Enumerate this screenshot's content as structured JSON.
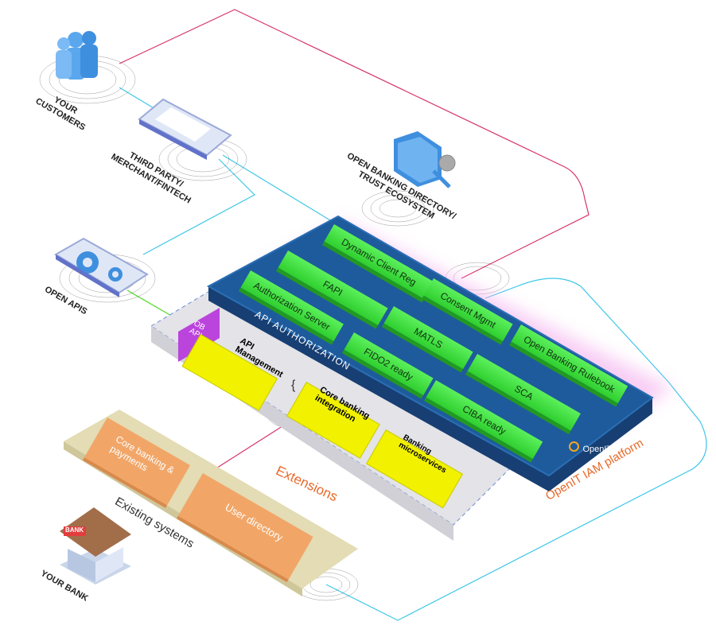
{
  "actors": {
    "customers": "YOUR\nCUSTOMERS",
    "third_party": "THIRD PARTY/\nMERCHANT/FINTECH",
    "directory": "OPEN BANKING DIRECTORY/\nTRUST ECOSYSTEM",
    "open_apis": "OPEN APIS",
    "bank": "YOUR BANK",
    "bank_sign": "BANK"
  },
  "platform": {
    "api_authorization": "API AUTHORIZATION",
    "platform_label": "OpenIT IAM platform",
    "logo_text": "OpenIT",
    "modules": [
      {
        "id": "dcr",
        "label": "Dynamic Client Reg"
      },
      {
        "id": "fapi",
        "label": "FAPI"
      },
      {
        "id": "consent",
        "label": "Consent Mgmt"
      },
      {
        "id": "authz",
        "label": "Authorization Server"
      },
      {
        "id": "matls",
        "label": "MATLS"
      },
      {
        "id": "rulebook",
        "label": "Open Banking Rulebook"
      },
      {
        "id": "fido2",
        "label": "FIDO2 ready"
      },
      {
        "id": "sca",
        "label": "SCA"
      },
      {
        "id": "ciba",
        "label": "CIBA ready"
      }
    ]
  },
  "extensions": {
    "label": "Extensions",
    "ob_apis": "OB\nAPIs",
    "api_management": "API\nManagement",
    "core_banking_integration": "Core banking\nintegration",
    "banking_microservices": "Banking\nmicroservices",
    "brace": "{"
  },
  "existing": {
    "label": "Existing systems",
    "core_banking": "Core banking &\npayments",
    "user_directory": "User directory"
  },
  "colors": {
    "platform_blue": "#1e5b9c",
    "module_green": "#33dd33",
    "extension_yellow": "#f2f200",
    "ob_purple": "#bb44dd",
    "existing_orange": "#f1a668",
    "existing_tray": "#e3dcb4",
    "extensions_orange": "#e8692a",
    "line_pink": "#d6336c",
    "line_cyan": "#3ec7e8"
  }
}
